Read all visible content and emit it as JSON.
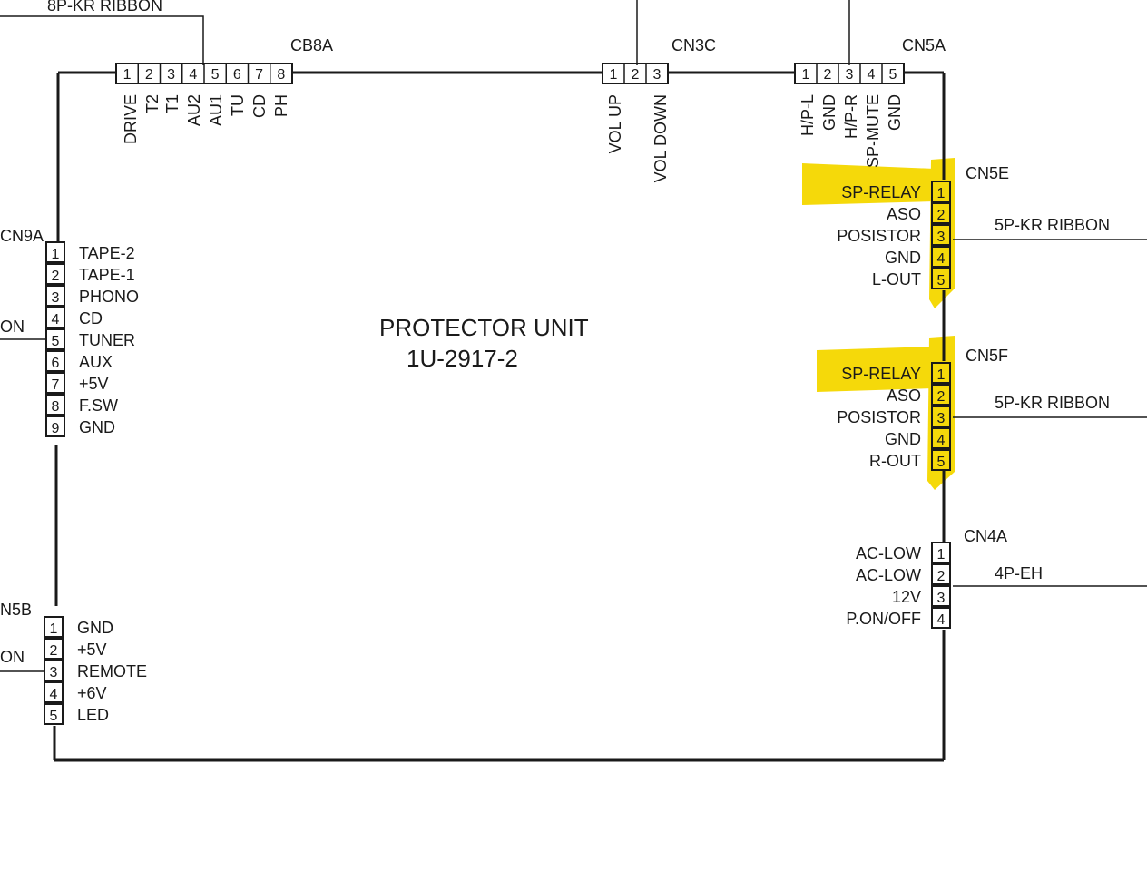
{
  "unit": {
    "name": "PROTECTOR UNIT",
    "part_number": "1U-2917-2"
  },
  "colors": {
    "ink": "#1a1a1a",
    "highlight": "#f5d90a"
  },
  "connectors": {
    "cb8a": {
      "name": "CB8A",
      "pins": [
        "1",
        "2",
        "3",
        "4",
        "5",
        "6",
        "7",
        "8"
      ],
      "signals": [
        "DRIVE",
        "T2",
        "T1",
        "AU2",
        "AU1",
        "TU",
        "CD",
        "PH"
      ],
      "cable": "8P-KR RIBBON"
    },
    "cn3c": {
      "name": "CN3C",
      "pins": [
        "1",
        "2",
        "3"
      ],
      "signals": [
        "VOL UP",
        "VOL DOWN"
      ]
    },
    "cn5a": {
      "name": "CN5A",
      "pins": [
        "1",
        "2",
        "3",
        "4",
        "5"
      ],
      "signals": [
        "H/P-L",
        "GND",
        "H/P-R",
        "SP-MUTE",
        "GND"
      ]
    },
    "cn9a": {
      "name": "CN9A",
      "pins": [
        "1",
        "2",
        "3",
        "4",
        "5",
        "6",
        "7",
        "8",
        "9"
      ],
      "signals": [
        "TAPE-2",
        "TAPE-1",
        "PHONO",
        "CD",
        "TUNER",
        "AUX",
        "+5V",
        "F.SW",
        "GND"
      ],
      "cable": "ON"
    },
    "cn5b": {
      "name": "N5B",
      "pins": [
        "1",
        "2",
        "3",
        "4",
        "5"
      ],
      "signals": [
        "GND",
        "+5V",
        "REMOTE",
        "+6V",
        "LED"
      ],
      "cable": "ON"
    },
    "cn5e": {
      "name": "CN5E",
      "pins": [
        "1",
        "2",
        "3",
        "4",
        "5"
      ],
      "signals": [
        "SP-RELAY",
        "ASO",
        "POSISTOR",
        "GND",
        "L-OUT"
      ],
      "cable": "5P-KR RIBBON",
      "highlighted": true
    },
    "cn5f": {
      "name": "CN5F",
      "pins": [
        "1",
        "2",
        "3",
        "4",
        "5"
      ],
      "signals": [
        "SP-RELAY",
        "ASO",
        "POSISTOR",
        "GND",
        "R-OUT"
      ],
      "cable": "5P-KR RIBBON",
      "highlighted": true
    },
    "cn4a": {
      "name": "CN4A",
      "pins": [
        "1",
        "2",
        "3",
        "4"
      ],
      "signals": [
        "AC-LOW",
        "AC-LOW",
        "12V",
        "P.ON/OFF"
      ],
      "cable": "4P-EH"
    }
  }
}
